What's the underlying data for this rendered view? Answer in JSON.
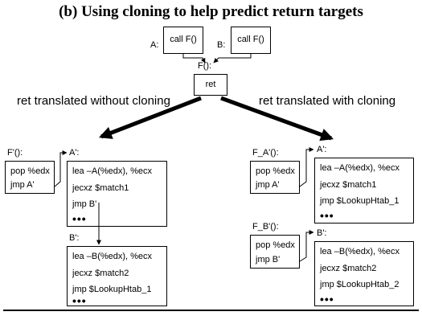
{
  "title": "(b) Using cloning to help predict return targets",
  "top": {
    "a_label": "A:",
    "a_call": "call F()",
    "b_label": "B:",
    "b_call": "call F()",
    "f_label": "F():",
    "ret": "ret"
  },
  "without_cloning": {
    "heading": "ret translated without cloning",
    "f_prime_label": "F'():",
    "f_prime_lines": [
      "pop %edx",
      "jmp A'"
    ],
    "a_prime_label": "A':",
    "a_prime_lines": [
      "lea –A(%edx), %ecx",
      "jecxz $match1",
      "jmp B'"
    ],
    "b_prime_label": "B':",
    "b_prime_lines": [
      "lea –B(%edx), %ecx",
      "jecxz $match2",
      "jmp $LookupHtab_1"
    ],
    "ellipsis": "•••"
  },
  "with_cloning": {
    "heading": "ret translated with cloning",
    "fa_label": "F_A'():",
    "fa_lines": [
      "pop %edx",
      "jmp A'"
    ],
    "a_prime_label": "A':",
    "a_prime_lines": [
      "lea –A(%edx), %ecx",
      "jecxz $match1",
      "jmp $LookupHtab_1"
    ],
    "fb_label": "F_B'():",
    "fb_lines": [
      "pop %edx",
      "jmp B'"
    ],
    "b_prime_label": "B':",
    "b_prime_lines": [
      "lea –B(%edx), %ecx",
      "jecxz $match2",
      "jmp $LookupHtab_2"
    ],
    "ellipsis": "•••"
  }
}
